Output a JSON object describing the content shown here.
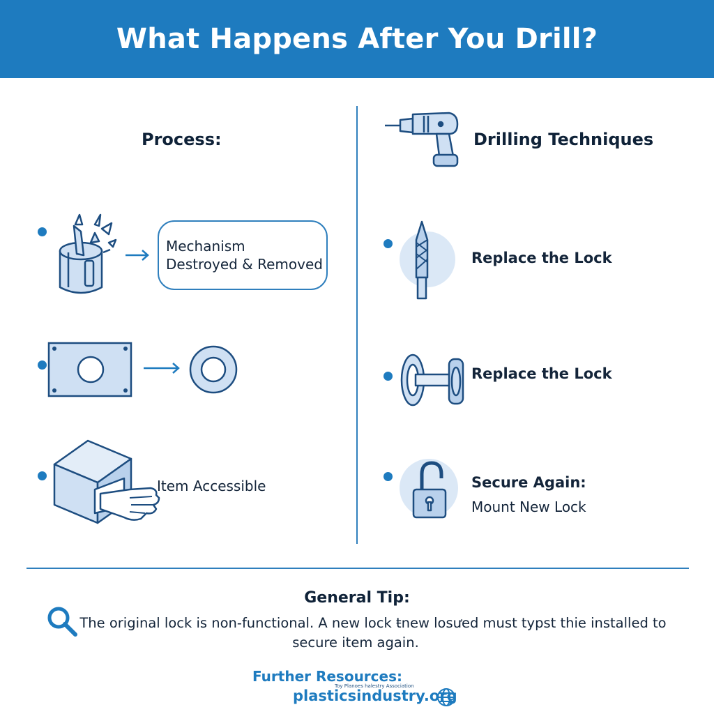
{
  "header": {
    "title": "What Happens After You Drill?"
  },
  "left": {
    "heading": "Process:",
    "steps": [
      {
        "label_line1": "Mechanism",
        "label_line2": "Destroyed & Removed"
      },
      {
        "label": ""
      },
      {
        "label": "Item Accessible"
      }
    ]
  },
  "right": {
    "heading": "Drilling Techniques",
    "items": [
      {
        "label": "Replace the Lock"
      },
      {
        "label": "Replace the Lock"
      },
      {
        "label_line1": "Secure Again:",
        "label_line2": "Mount New Lock"
      }
    ]
  },
  "tip": {
    "title": "General Tip:",
    "line1": "The original lock is non-functional. A new lock ŧnew losưed must typst thie installed to",
    "line2": "secure item again."
  },
  "resources": {
    "title": "Further Resources:",
    "small_text": "Toy Planoes halestry Association",
    "link": "plasticsindustry.org"
  },
  "colors": {
    "header_bg": "#1e7bbf",
    "accent": "#2f7fbd",
    "icon_fill": "#cfe0f3",
    "icon_stroke": "#1d4d80",
    "text": "#0f2238"
  }
}
